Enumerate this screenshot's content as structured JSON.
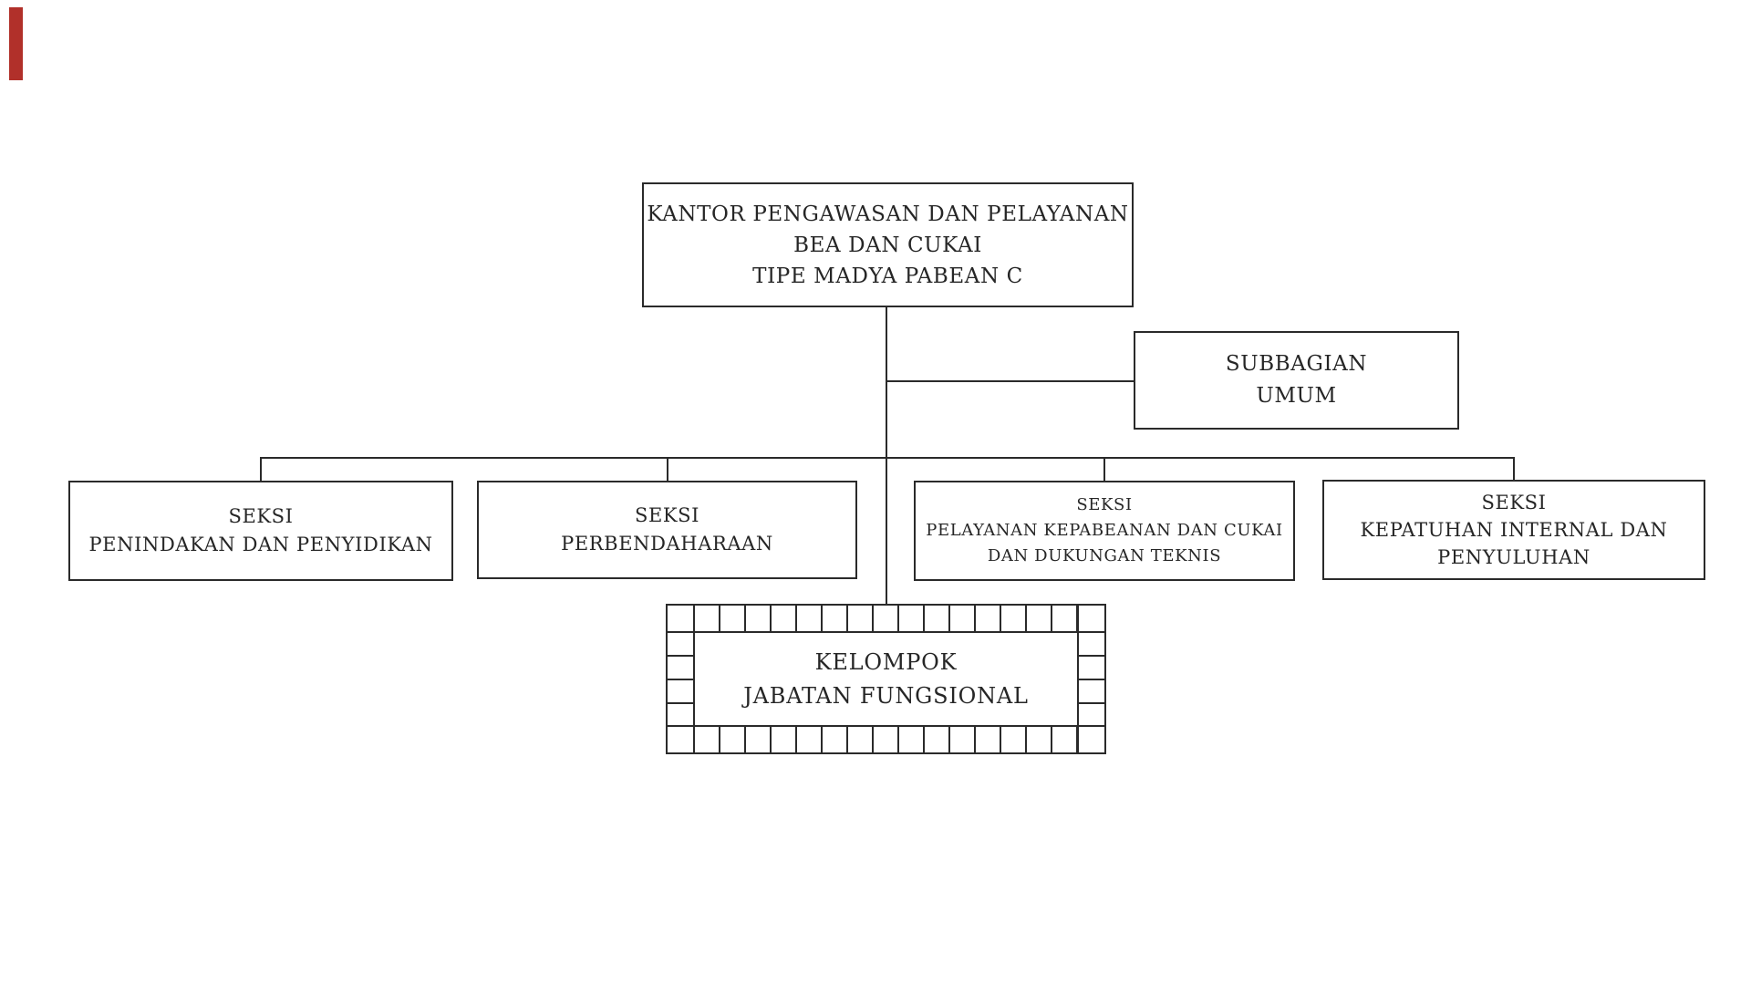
{
  "document": {
    "type": "scanned organizational chart",
    "language": "Indonesian",
    "background": "#ffffff"
  },
  "colors": {
    "ink": "#2a2a2a",
    "text": "#262626",
    "red_mark": "#b1302a"
  },
  "org_chart": {
    "root": {
      "lines": [
        "KANTOR PENGAWASAN DAN PELAYANAN",
        "BEA DAN CUKAI",
        "TIPE MADYA PABEAN C"
      ]
    },
    "staff_unit": {
      "lines": [
        "SUBBAGIAN",
        "UMUM"
      ]
    },
    "sections": [
      {
        "lines": [
          "SEKSI",
          "PENINDAKAN DAN PENYIDIKAN"
        ]
      },
      {
        "lines": [
          "SEKSI",
          "PERBENDAHARAAN"
        ]
      },
      {
        "lines": [
          "SEKSI",
          "PELAYANAN KEPABEANAN DAN CUKAI",
          "DAN DUKUNGAN TEKNIS"
        ]
      },
      {
        "lines": [
          "SEKSI",
          "KEPATUHAN INTERNAL DAN",
          "PENYULUHAN"
        ]
      }
    ],
    "functional_group": {
      "lines": [
        "KELOMPOK",
        "JABATAN FUNGSIONAL"
      ]
    }
  }
}
